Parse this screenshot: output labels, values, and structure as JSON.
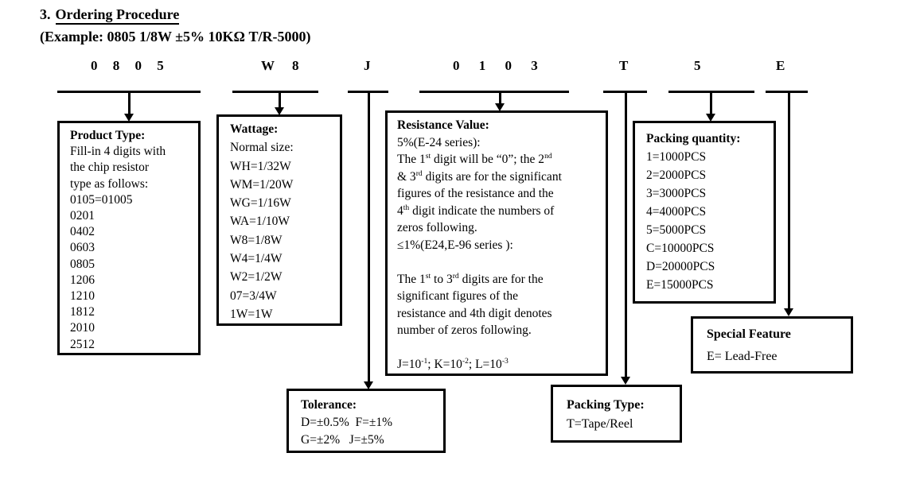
{
  "colors": {
    "text": "#000000",
    "background": "#ffffff",
    "line": "#000000"
  },
  "title": {
    "number": "3.",
    "text": "Ordering Procedure"
  },
  "example": "(Example: 0805 1/8W ±5% 10KΩ T/R-5000)",
  "code_segments": [
    {
      "id": "product-type",
      "code": "0 8 0 5"
    },
    {
      "id": "wattage",
      "code": "W 8"
    },
    {
      "id": "tolerance",
      "code": "J"
    },
    {
      "id": "resistance-value",
      "code": "0 1 0 3"
    },
    {
      "id": "packing-type",
      "code": "T"
    },
    {
      "id": "packing-quantity",
      "code": "5"
    },
    {
      "id": "special-feature",
      "code": "E"
    }
  ],
  "boxes": {
    "product_type": {
      "title": "Product Type:",
      "lines": [
        "Fill-in 4 digits with",
        "the chip resistor",
        "type as follows:",
        "0105=01005",
        "0201",
        "0402",
        "0603",
        "0805",
        "1206",
        "1210",
        "1812",
        "2010",
        "2512"
      ]
    },
    "wattage": {
      "title": "Wattage:",
      "lines": [
        "Normal size:",
        "WH=1/32W",
        "WM=1/20W",
        "WG=1/16W",
        "WA=1/10W",
        "W8=1/8W",
        "W4=1/4W",
        "W2=1/2W",
        "07=3/4W",
        "1W=1W"
      ]
    },
    "resistance_value": {
      "title": "Resistance Value:",
      "rich_lines": [
        [
          {
            "t": "5%(E-24 series):"
          }
        ],
        [
          {
            "t": "The 1"
          },
          {
            "t": "st",
            "sup": true
          },
          {
            "t": " digit will be “0”; the 2"
          },
          {
            "t": "nd",
            "sup": true
          }
        ],
        [
          {
            "t": "& 3"
          },
          {
            "t": "rd",
            "sup": true
          },
          {
            "t": " digits are for the significant"
          }
        ],
        [
          {
            "t": "figures of the resistance and the"
          }
        ],
        [
          {
            "t": "4"
          },
          {
            "t": "th",
            "sup": true
          },
          {
            "t": " digit indicate the numbers of"
          }
        ],
        [
          {
            "t": "zeros following."
          }
        ],
        [
          {
            "t": "≤1%(E24,E-96 series ):"
          }
        ],
        [],
        [
          {
            "t": "The 1"
          },
          {
            "t": "st",
            "sup": true
          },
          {
            "t": " to 3"
          },
          {
            "t": "rd",
            "sup": true
          },
          {
            "t": " digits are for the"
          }
        ],
        [
          {
            "t": "significant figures of the"
          }
        ],
        [
          {
            "t": "resistance and 4th digit denotes"
          }
        ],
        [
          {
            "t": "number of zeros following."
          }
        ],
        [],
        [
          {
            "t": "J=10"
          },
          {
            "t": "-1",
            "sup": true
          },
          {
            "t": "; K=10"
          },
          {
            "t": "-2",
            "sup": true
          },
          {
            "t": "; L=10"
          },
          {
            "t": "-3",
            "sup": true
          }
        ]
      ]
    },
    "packing_quantity": {
      "title": "Packing quantity:",
      "lines": [
        "1=1000PCS",
        "2=2000PCS",
        "3=3000PCS",
        "4=4000PCS",
        "5=5000PCS",
        "C=10000PCS",
        "D=20000PCS",
        "E=15000PCS"
      ]
    },
    "special_feature": {
      "title": "Special Feature",
      "lines": [
        "E= Lead-Free"
      ]
    },
    "tolerance": {
      "title": "Tolerance:",
      "lines": [
        "D=±0.5%  F=±1%",
        "G=±2%   J=±5%"
      ]
    },
    "packing_type": {
      "title": "Packing Type:",
      "lines": [
        "T=Tape/Reel"
      ]
    }
  }
}
